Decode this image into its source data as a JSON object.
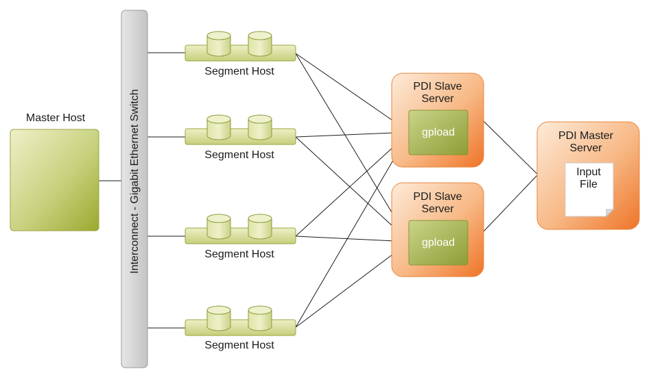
{
  "master_host": {
    "label": "Master Host"
  },
  "switch": {
    "label": "Interconnect - Gigabit Ethernet Switch"
  },
  "segment_hosts": [
    {
      "label": "Segment Host"
    },
    {
      "label": "Segment Host"
    },
    {
      "label": "Segment Host"
    },
    {
      "label": "Segment Host"
    }
  ],
  "slave_servers": [
    {
      "title_line1": "PDI  Slave",
      "title_line2": "Server",
      "inner_label": "gpload"
    },
    {
      "title_line1": "PDI  Slave",
      "title_line2": "Server",
      "inner_label": "gpload"
    }
  ],
  "master_server": {
    "title_line1": "PDI Master",
    "title_line2": "Server",
    "file_line1": "Input",
    "file_line2": "File"
  },
  "colors": {
    "green_light": "#e8ecbc",
    "green_dark": "#a2b03c",
    "orange_light": "#fbe3cc",
    "orange_dark": "#f07a2c",
    "switch_fill": "#d4d4d4",
    "line": "#1a1a1a"
  }
}
